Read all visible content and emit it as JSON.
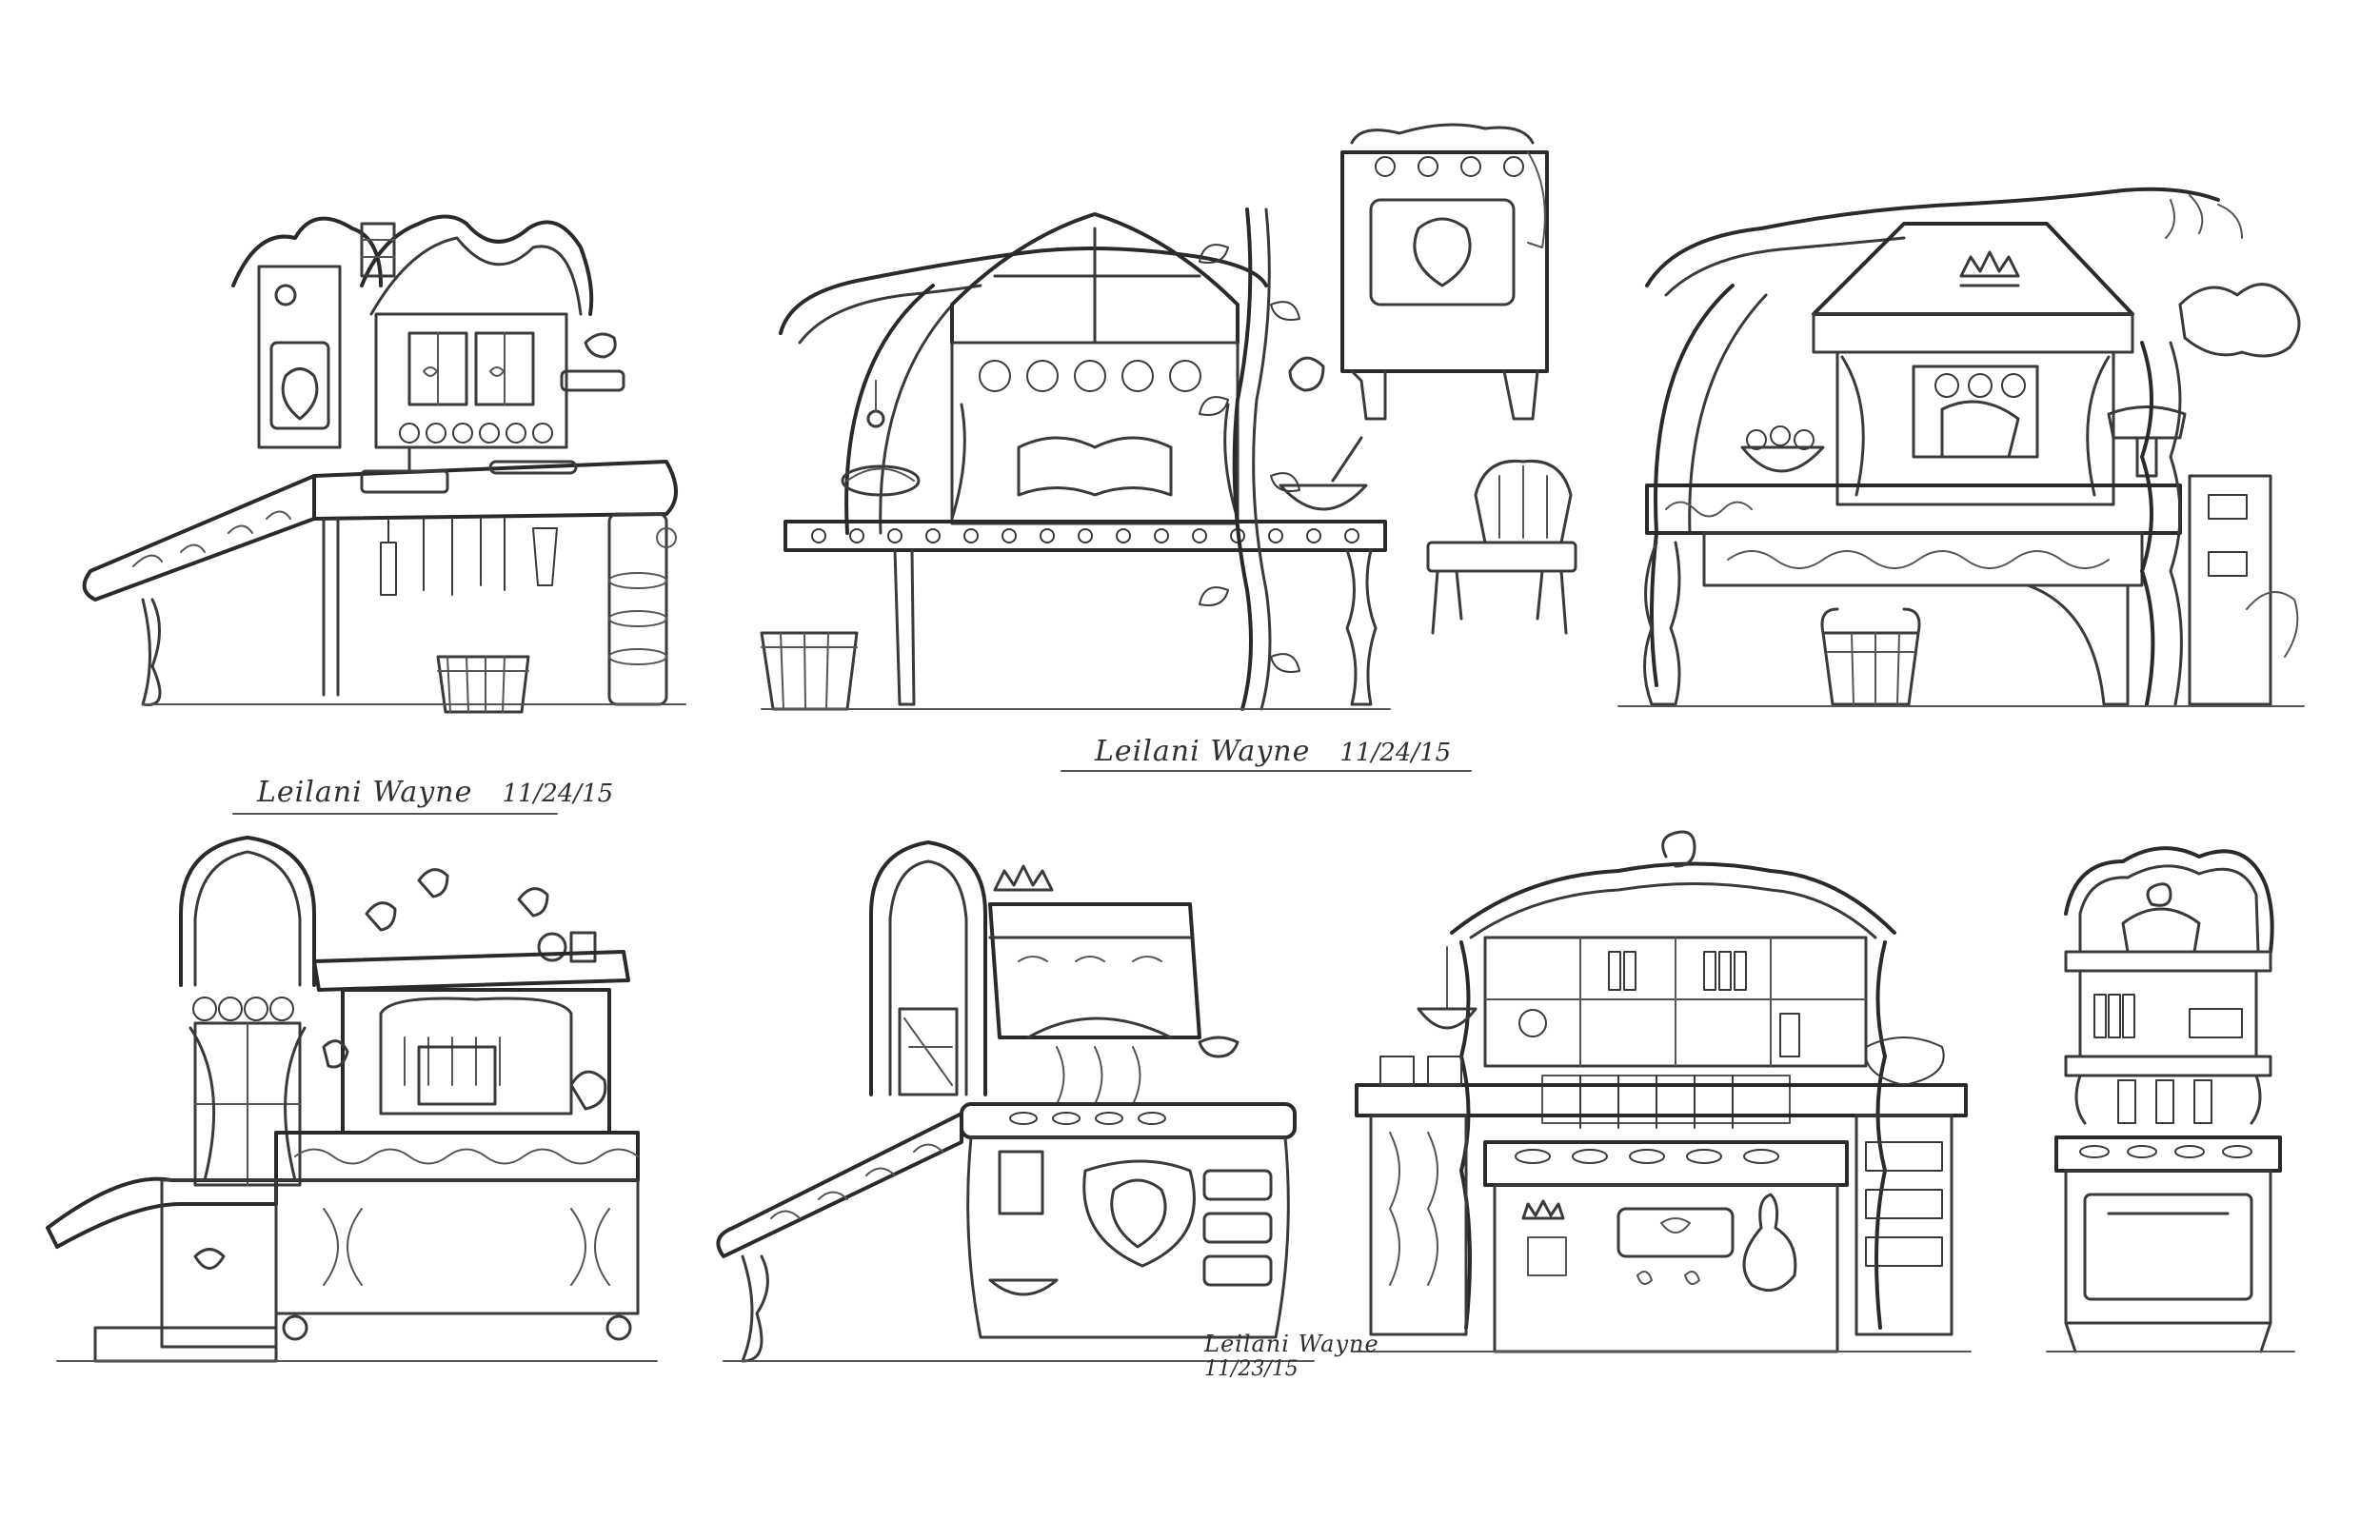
{
  "signatures": [
    {
      "name": "Leilani Wayne",
      "date": "11/24/15"
    },
    {
      "name": "Leilani Wayne",
      "date": "11/24/15"
    },
    {
      "name": "Leilani Wayne",
      "date": "11/23/15"
    }
  ]
}
